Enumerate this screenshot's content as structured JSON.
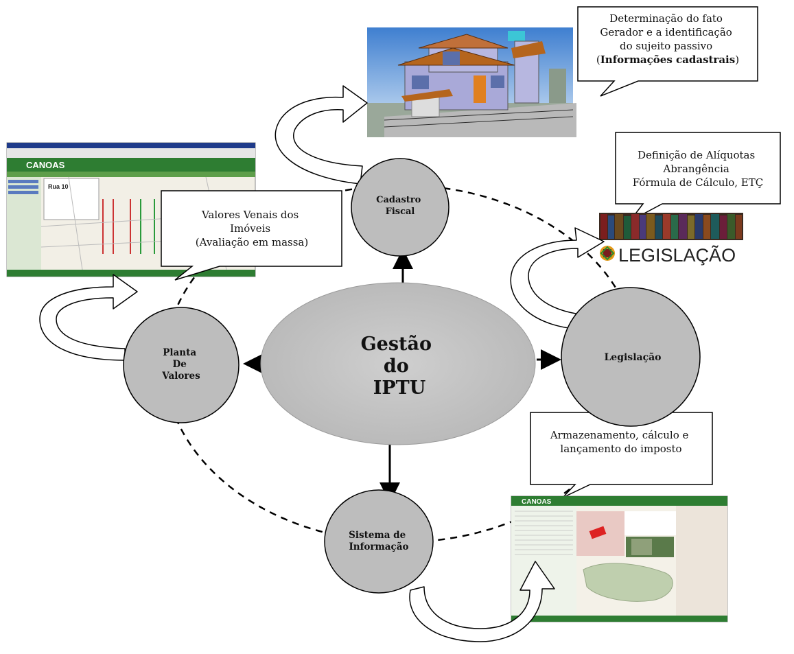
{
  "center": {
    "line1": "Gestão",
    "line2": "do",
    "line3": "IPTU"
  },
  "nodes": {
    "cadastro": {
      "line1": "Cadastro",
      "line2": "Fiscal"
    },
    "legislacao": {
      "line1": "Legislação"
    },
    "sistema": {
      "line1": "Sistema de",
      "line2": "Informação"
    },
    "planta": {
      "line1": "Planta",
      "line2": "De",
      "line3": "Valores"
    }
  },
  "callouts": {
    "cadastro": {
      "line1": "Determinação do fato",
      "line2": "Gerador e  a identificação",
      "line3": "do sujeito passivo",
      "line4_open": "(",
      "line4_bold": "Informações cadastrais",
      "line4_close": ")"
    },
    "legislacao": {
      "line1": "Definição de Alíquotas",
      "line2": "Abrangência",
      "line3": "Fórmula de Cálculo, ETÇ"
    },
    "sistema": {
      "line1": "Armazenamento, cálculo e",
      "line2": "lançamento do imposto"
    },
    "planta": {
      "line1": "Valores Venais dos",
      "line2": "Imóveis",
      "line3": "(Avaliação em massa)"
    }
  },
  "images": {
    "legislacao_logo_text": "LEGISLAÇÃO",
    "canoas_brand": "CANOAS",
    "map_title": "Rua 10"
  },
  "colors": {
    "circle_fill": "#bdbdbd",
    "browser_green": "#2e7d32",
    "house_wall": "#a9a9d8",
    "roof": "#b5651d"
  }
}
